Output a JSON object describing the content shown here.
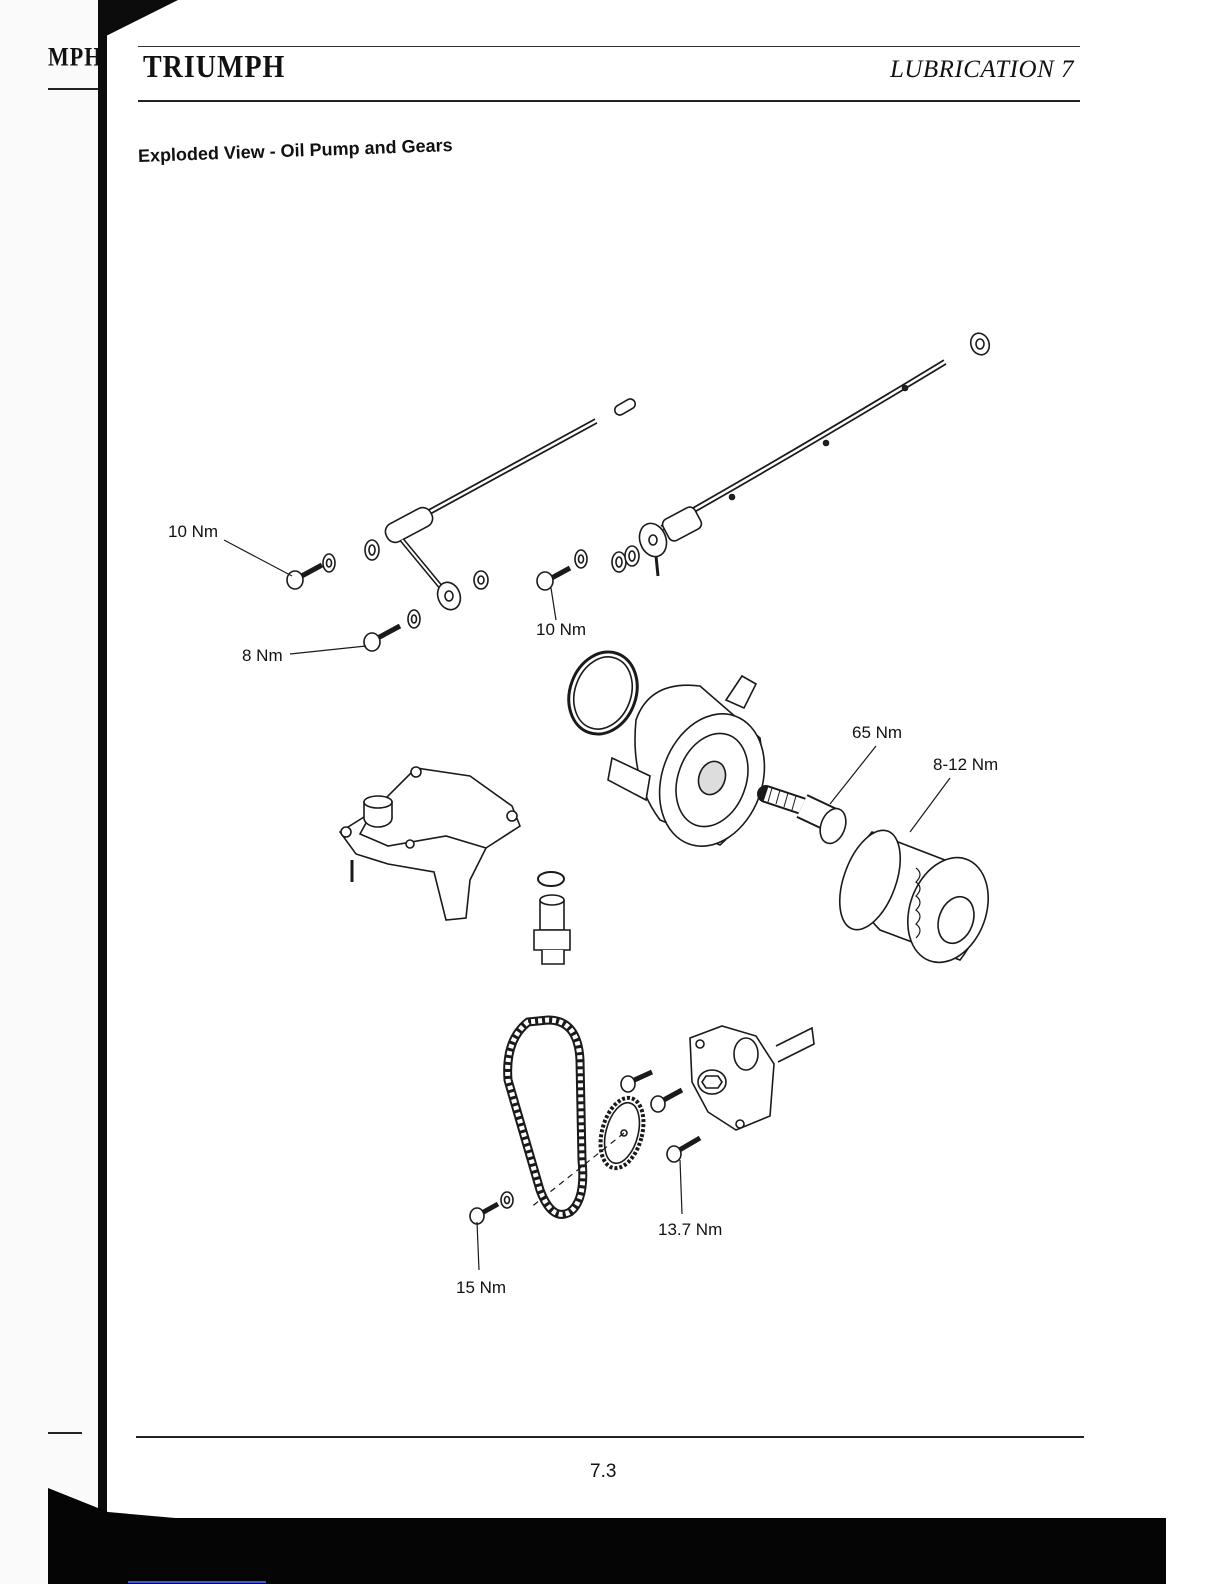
{
  "header": {
    "brand": "TRIUMPH",
    "chapter": "LUBRICATION 7",
    "prev_page_brand": "MPH"
  },
  "section": {
    "title": "Exploded View - Oil Pump and Gears"
  },
  "torque_labels": {
    "pipe_left_banjo_bolt": "10 Nm",
    "pipe_lower_banjo_bolt": "8 Nm",
    "pipe_center_banjo_bolt": "10 Nm",
    "cooler_union_bolt": "65 Nm",
    "oil_filter": "8-12 Nm",
    "pump_bolts": "13.7 Nm",
    "sprocket_bolt": "15 Nm"
  },
  "footer": {
    "page_number": "7.3"
  }
}
